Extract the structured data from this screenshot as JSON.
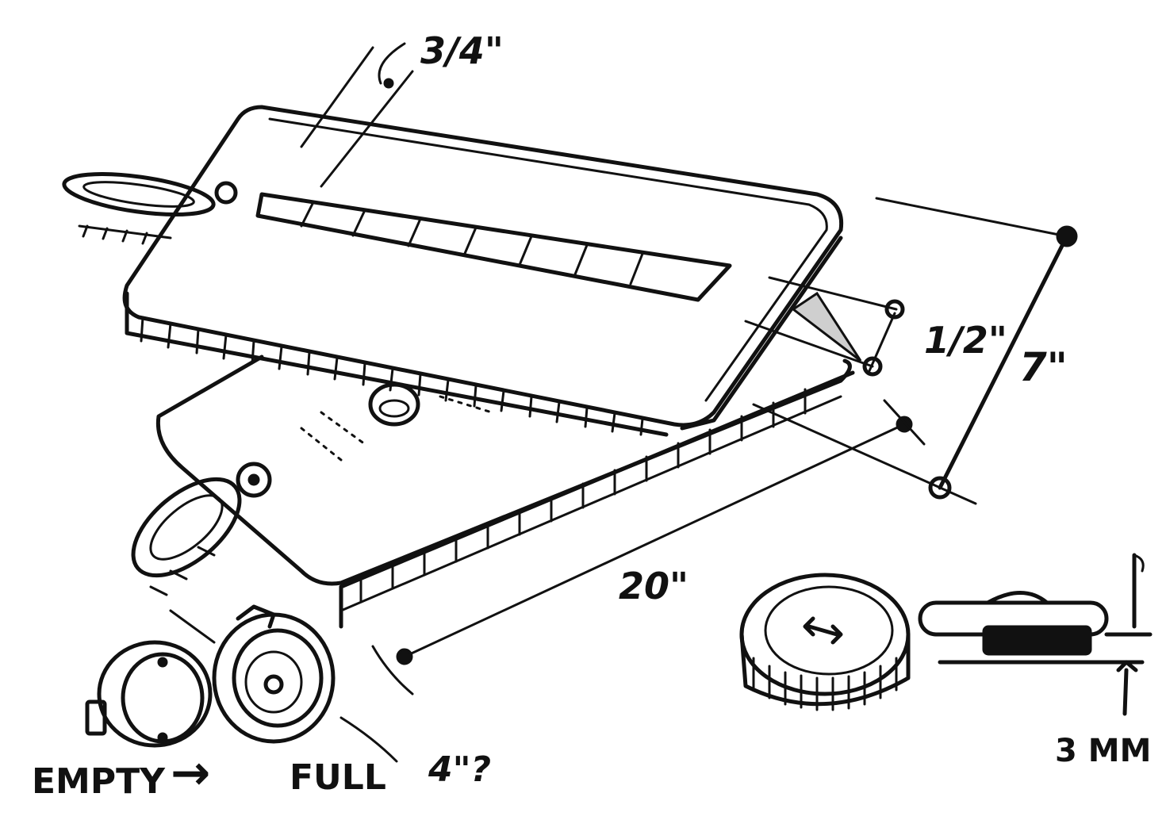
{
  "labels": {
    "lid_thickness": "3/4\"",
    "edge_thickness": "1/2\"",
    "width": "7\"",
    "length": "20\"",
    "coil_diameter": "4\"?",
    "button_thickness": "3 MM",
    "empty": "EMPTY",
    "full": "FULL",
    "arrow": "→"
  }
}
